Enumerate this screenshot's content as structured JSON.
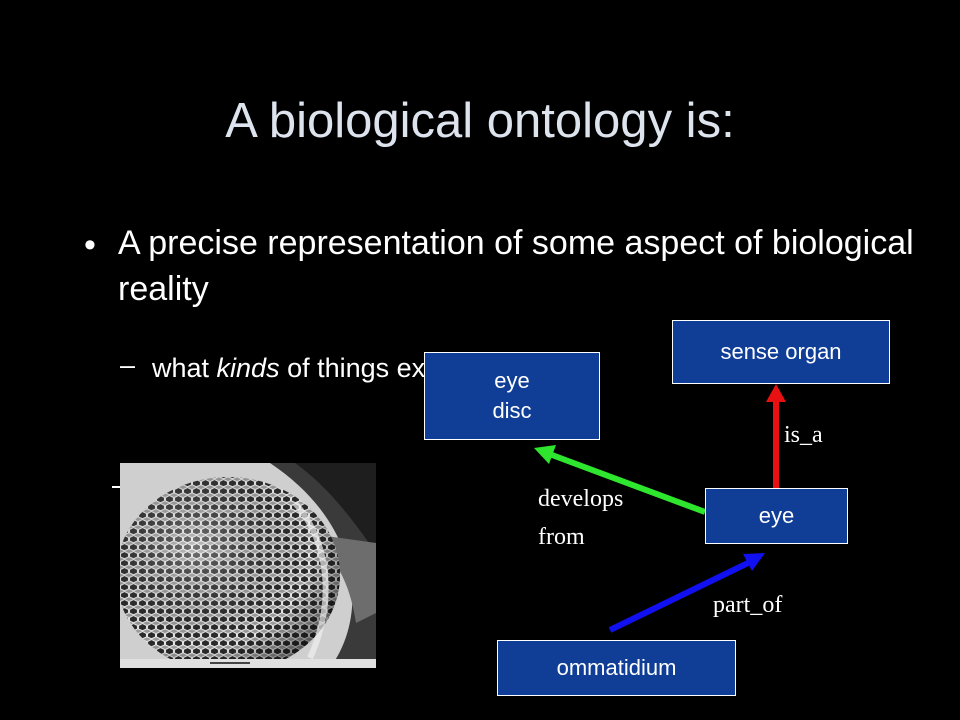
{
  "slide": {
    "title": "A biological ontology is:",
    "bullet": "A precise representation of some aspect of biological reality",
    "sub_bullet_prefix": "what ",
    "sub_bullet_emphasis": "kinds",
    "sub_bullet_suffix": " of things exist?"
  },
  "diagram": {
    "nodes": {
      "sense_organ": "sense organ",
      "eye_disc_line1": "eye",
      "eye_disc_line2": "disc",
      "eye": "eye",
      "ommatidium": "ommatidium"
    },
    "relations": {
      "is_a": "is_a",
      "develops_from_line1": "develops",
      "develops_from_line2": "from",
      "part_of": "part_of"
    },
    "colors": {
      "node_fill": "#103e96",
      "is_a_arrow": "#e81010",
      "develops_from_arrow": "#2ee62e",
      "part_of_arrow": "#1010f0"
    }
  },
  "image": {
    "subject": "compound-eye-micrograph"
  }
}
